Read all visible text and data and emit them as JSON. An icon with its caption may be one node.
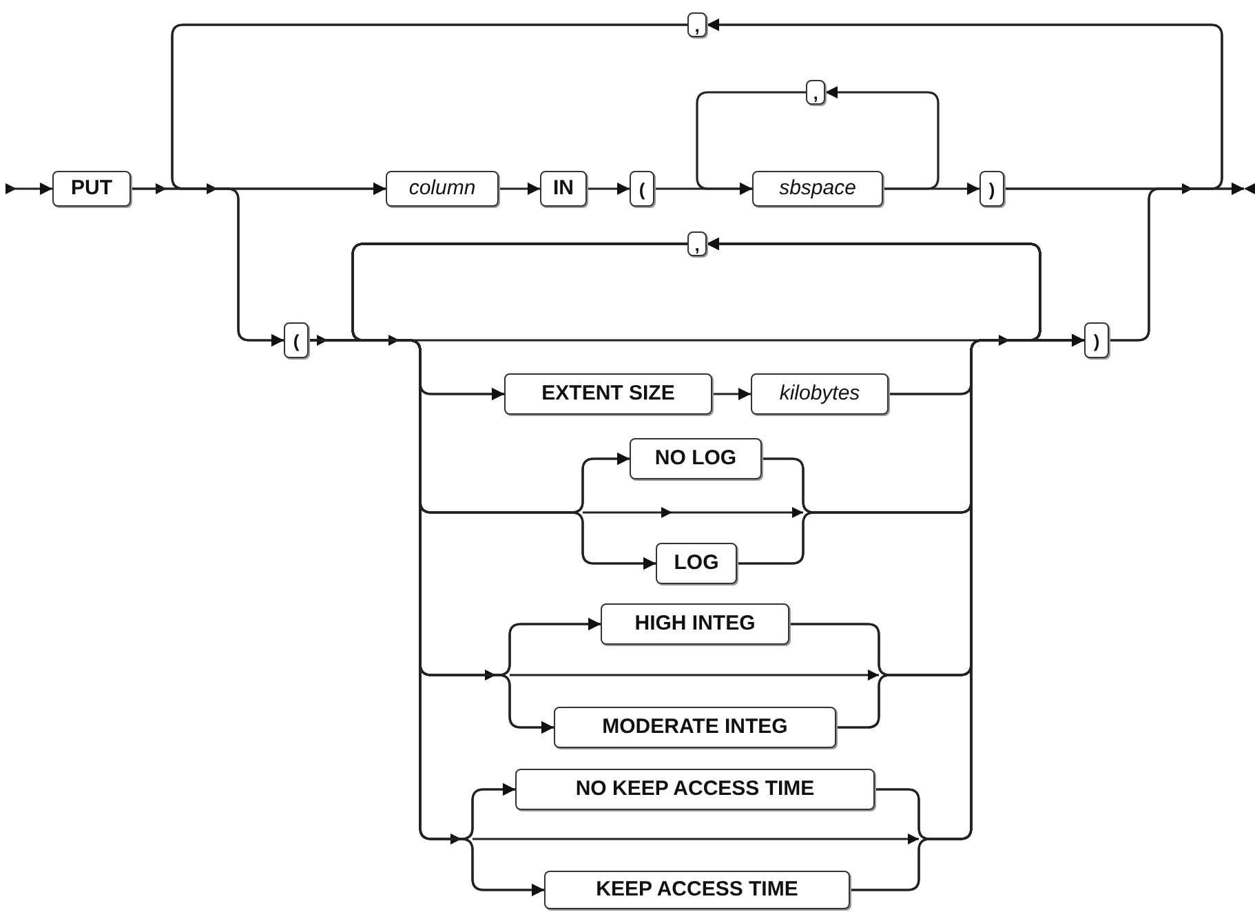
{
  "diagram": {
    "nodes": [
      {
        "text": [
          "PUT"
        ]
      },
      {
        "text": [
          ","
        ]
      },
      {
        "text": [
          "column"
        ]
      },
      {
        "text": [
          "IN"
        ]
      },
      {
        "text": [
          "("
        ]
      },
      {
        "text": [
          ","
        ]
      },
      {
        "text": [
          "sbspace"
        ]
      },
      {
        "text": [
          ")"
        ]
      },
      {
        "text": [
          ","
        ]
      },
      {
        "text": [
          "("
        ]
      },
      {
        "text": [
          ")"
        ]
      },
      {
        "text": [
          "EXTENT SIZE"
        ]
      },
      {
        "text": [
          "kilobytes"
        ]
      },
      {
        "text": [
          "NO LOG"
        ]
      },
      {
        "text": [
          "LOG"
        ]
      },
      {
        "text": [
          "HIGH INTEG"
        ]
      },
      {
        "text": [
          "MODERATE INTEG"
        ]
      },
      {
        "text": [
          "NO KEEP ACCESS TIME"
        ]
      },
      {
        "text": [
          "KEEP ACCESS TIME"
        ]
      }
    ],
    "edges": [
      {
        "from": null,
        "to": 0,
        "arrow": "to"
      },
      {
        "from": 0,
        "to": 2,
        "arrow": "to"
      },
      {
        "from": 2,
        "to": 3,
        "arrow": "to"
      },
      {
        "from": 3,
        "to": 4,
        "arrow": "to"
      },
      {
        "from": 4,
        "to": 6,
        "arrow": "to"
      },
      {
        "from": 6,
        "to": 7,
        "arrow": "to"
      },
      {
        "from": 6,
        "to": 5,
        "arrow": "to"
      },
      {
        "from": 5,
        "to": 6,
        "arrow": "to"
      },
      {
        "from": 7,
        "to": null,
        "arrow": "to"
      },
      {
        "from": 7,
        "to": 1,
        "arrow": "to"
      },
      {
        "from": 1,
        "to": 2,
        "arrow": "to"
      },
      {
        "from": 0,
        "to": 9,
        "arrow": "to"
      },
      {
        "from": 1,
        "to": 9,
        "arrow": "to"
      },
      {
        "from": 10,
        "to": null,
        "arrow": "to"
      },
      {
        "from": 10,
        "to": 1,
        "arrow": "to"
      },
      {
        "from": 9,
        "to": 10,
        "arrow": "to"
      },
      {
        "from": 9,
        "to": 11,
        "arrow": "to"
      },
      {
        "from": 11,
        "to": 12,
        "arrow": "to"
      },
      {
        "from": 12,
        "to": 10,
        "arrow": "to"
      },
      {
        "from": 9,
        "to": 13,
        "arrow": "to"
      },
      {
        "from": 9,
        "to": 14,
        "arrow": "to"
      },
      {
        "from": 13,
        "to": 10,
        "arrow": "to"
      },
      {
        "from": 14,
        "to": 10,
        "arrow": "to"
      },
      {
        "from": 9,
        "to": 15,
        "arrow": "to"
      },
      {
        "from": 9,
        "to": 16,
        "arrow": "to"
      },
      {
        "from": 15,
        "to": 10,
        "arrow": "to"
      },
      {
        "from": 16,
        "to": 10,
        "arrow": "to"
      },
      {
        "from": 9,
        "to": 17,
        "arrow": "to"
      },
      {
        "from": 9,
        "to": 18,
        "arrow": "to"
      },
      {
        "from": 17,
        "to": 10,
        "arrow": "to"
      },
      {
        "from": 18,
        "to": 10,
        "arrow": "to"
      },
      {
        "from": 12,
        "to": 8,
        "arrow": "to"
      },
      {
        "from": 13,
        "to": 8,
        "arrow": "to"
      },
      {
        "from": 14,
        "to": 8,
        "arrow": "to"
      },
      {
        "from": 15,
        "to": 8,
        "arrow": "to"
      },
      {
        "from": 16,
        "to": 8,
        "arrow": "to"
      },
      {
        "from": 17,
        "to": 8,
        "arrow": "to"
      },
      {
        "from": 18,
        "to": 8,
        "arrow": "to"
      },
      {
        "from": 8,
        "to": 11,
        "arrow": "to"
      },
      {
        "from": 8,
        "to": 13,
        "arrow": "to"
      },
      {
        "from": 8,
        "to": 14,
        "arrow": "to"
      },
      {
        "from": 8,
        "to": 15,
        "arrow": "to"
      },
      {
        "from": 8,
        "to": 16,
        "arrow": "to"
      },
      {
        "from": 8,
        "to": 17,
        "arrow": "to"
      },
      {
        "from": 8,
        "to": 18,
        "arrow": "to"
      }
    ]
  }
}
